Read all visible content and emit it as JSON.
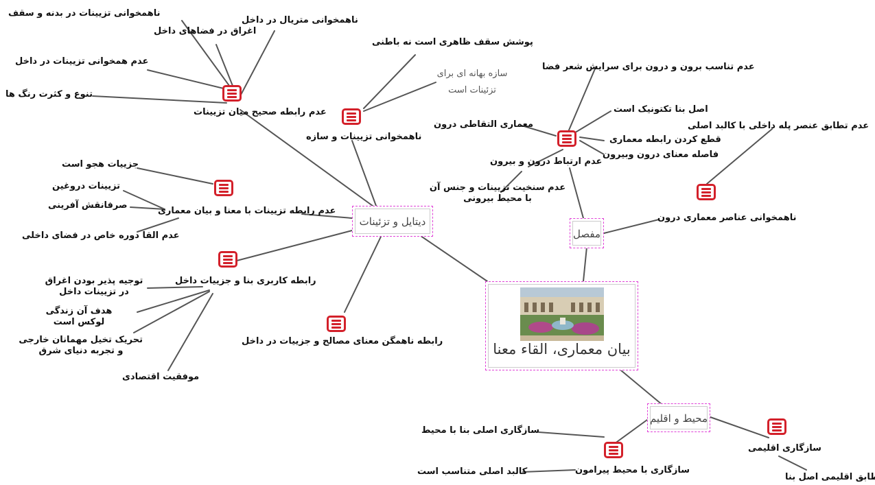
{
  "central": {
    "title": "بیان معماری، القاء معنا",
    "photo": "courtyard-photo"
  },
  "branches": {
    "detail": "دیتایل و تزئینات",
    "joint": "مفصل",
    "environment": "محیط و اقلیم"
  },
  "nodes": {
    "decor_relation": "عدم رابطه صحیح میان تزیینات",
    "decor_structure": "ناهمخوانی تزیینات و سازه",
    "decor_meaning": "عدم رابطه تزیینات با معنا و بیان معماری",
    "user_relation": "رابطه کاربری بنا و جزییات داخل",
    "materials_meaning": "رابطه ناهمگن معنای مصالح و جزییات در داخل",
    "in_out": "عدم ارتباط درون و بیرون",
    "elements": "ناهمخوانی عناصر معماری درون",
    "surroundings": "سازگاری با محیط پیرامون",
    "climate": "سازگاری اقلیمی"
  },
  "leaves": {
    "l1": "ناهمخوانی تزیینات در بدنه و سقف",
    "l2": "ناهمخوانی متریال در داخل",
    "l3": "اغراق در فضاهای داخل",
    "l4": "عدم همخوانی تزیینات در داخل",
    "l5": "تنوع و کثرت رنگ ها",
    "l6": "پوشش سقف ظاهری است نه باطنی",
    "l7a": "سازه بهانه ای برای",
    "l7b": "تزئینات است",
    "l8": "جزییات هجو است",
    "l9": "تزیینات دروغین",
    "l10": "صرفانقش آفرینی",
    "l11": "عدم القا دوره خاص در فضای داخلی",
    "l12a": "توجیه پذیر بودن اغراق",
    "l12b": "در تزیینات داخل",
    "l13a": "هدف آن زندگی",
    "l13b": "لوکس است",
    "l14a": "تحریک تخیل مهمانان خارجی",
    "l14b": "و تجربه دنیای شرق",
    "l15": "موفقیت اقتصادی",
    "l16": "عدم تناسب برون و درون برای سرایش شعر فضا",
    "l17": "اصل بنا تکتونیک است",
    "l18": "معماری التقاطی درون",
    "l19": "قطع کردن رابطه معماری",
    "l20": "فاصله معنای درون وبیرون",
    "l21a": "عدم سنخیت تزیینات و جنس آن",
    "l21b": "با محیط بیرونی",
    "l22": "عدم تطابق عنصر پله داخلی با کالبد اصلی",
    "l23": "سازگاری اصلی بنا با محیط",
    "l24": "کالبد اصلی متناسب است",
    "l25": "تطابق اقلیمی اصل بنا"
  },
  "colors": {
    "icon": "#d3202a",
    "link": "#555555",
    "frame": "#e040d8"
  }
}
